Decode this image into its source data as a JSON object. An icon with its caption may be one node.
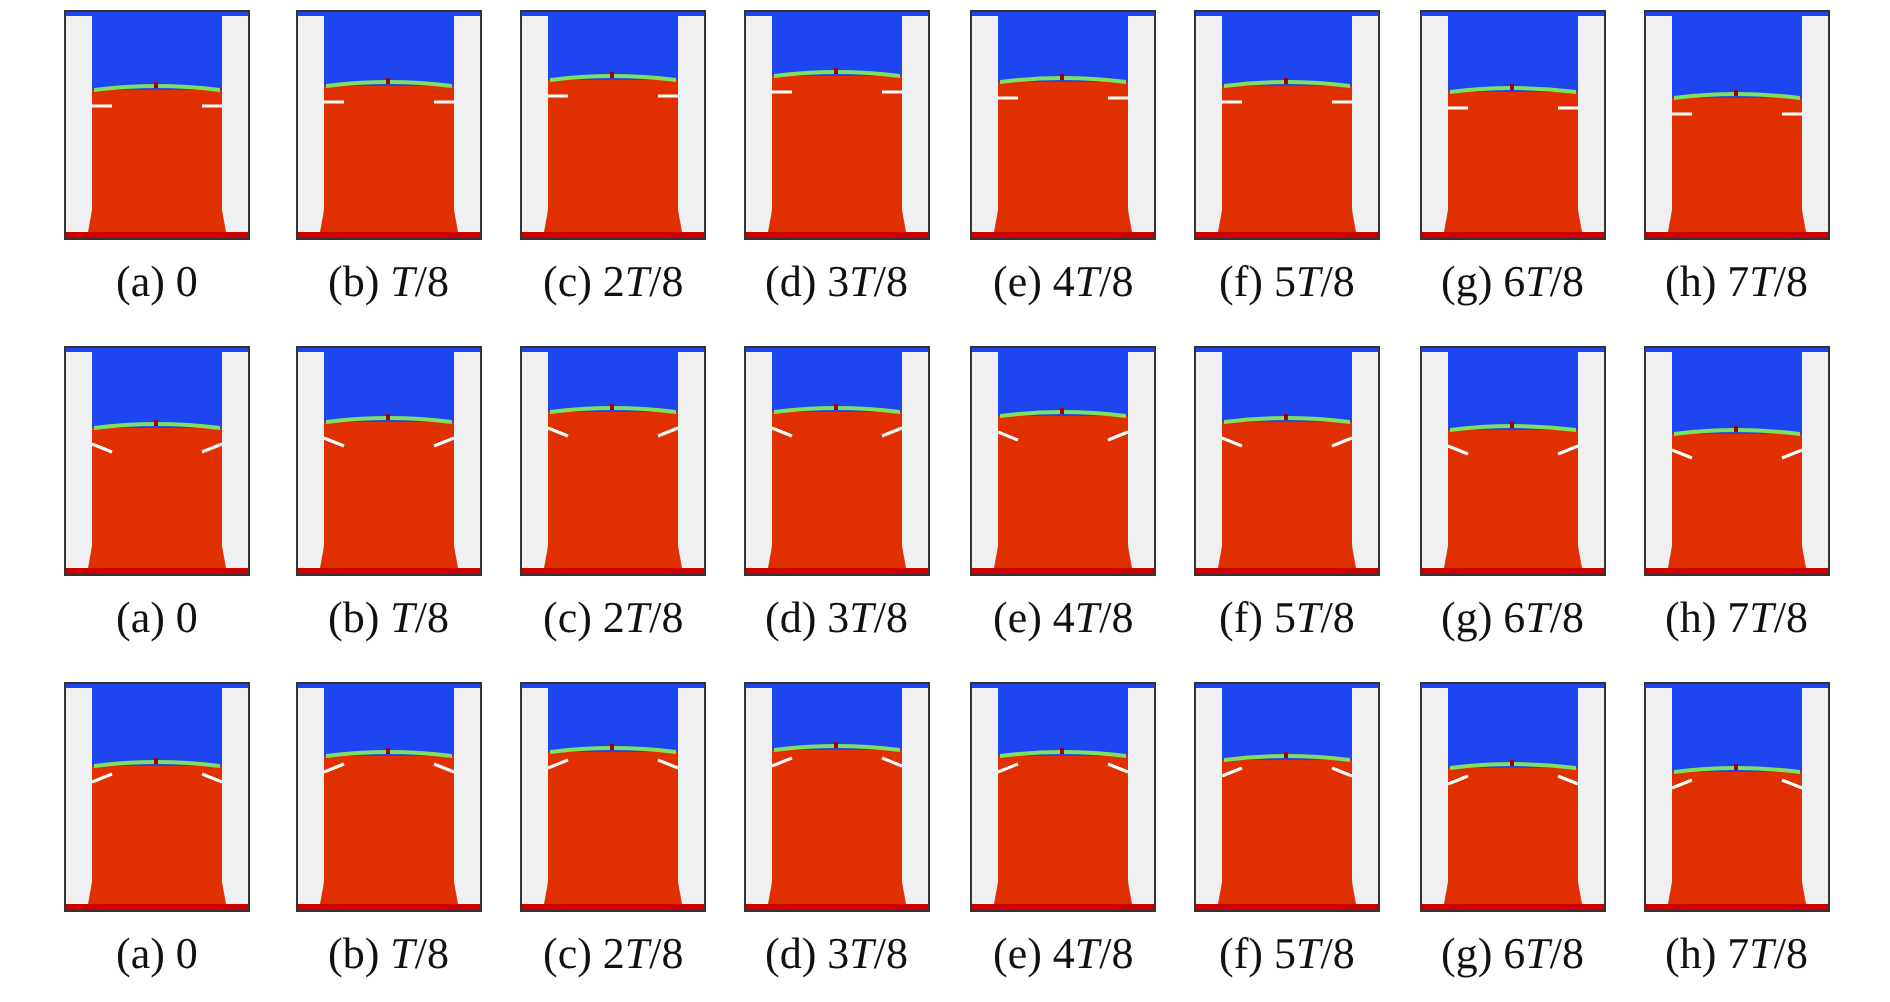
{
  "diagram": {
    "labels": [
      "(a) 0",
      "(b) T/8",
      "(c) 2T/8",
      "(d) 3T/8",
      "(e) 4T/8",
      "(f) 5T/8",
      "(g) 6T/8",
      "(h) 7T/8",
      "(a) 0",
      "(b) T/8",
      "(c) 2T/8",
      "(d) 3T/8",
      "(e) 4T/8",
      "(f) 5T/8",
      "(g) 6T/8",
      "(h) 7T/8",
      "(a) 0",
      "(b) T/8",
      "(c) 2T/8",
      "(d) 3T/8",
      "(e) 4T/8",
      "(f) 5T/8",
      "(g) 6T/8",
      "(h) 7T/8"
    ]
  }
}
